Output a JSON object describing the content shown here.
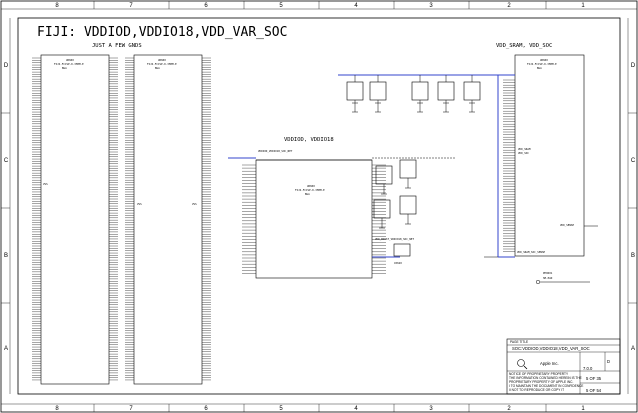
{
  "sheet": {
    "title": "FIJI: VDDIOD,VDDIO18,VDD_VAR_SOC",
    "note": "JUST A FEW GNDS",
    "section_mid": "VDDIOD, VDDIO18",
    "section_right": "VDD_SRAM, VDD_SOC",
    "cols_top": [
      "8",
      "7",
      "6",
      "5",
      "4",
      "3",
      "2",
      "1"
    ],
    "cols_bottom": [
      "8",
      "7",
      "6",
      "5",
      "4",
      "3",
      "2",
      "1"
    ],
    "rows_left": [
      "D",
      "C",
      "B",
      "A"
    ],
    "rows_right": [
      "D",
      "C",
      "B",
      "A"
    ]
  },
  "parts": {
    "u1": "U0600",
    "u2": "U0600",
    "u3": "U0600",
    "u4": "U0600",
    "pp": "PP0601"
  },
  "titleblock": {
    "name": "SOC:VDDIOD,VDDIO18,VDD_VAR_SOC",
    "company": "Apple Inc.",
    "rev": "D",
    "ver": "7.0.0",
    "sheet1": "5 OF 35",
    "sheet2": "5 OF 54",
    "notice": "NOTICE OF PROPRIETARY PROPERTY"
  },
  "colors": {
    "ink": "#000000",
    "net": "#3344cc",
    "paper": "#ffffff"
  }
}
